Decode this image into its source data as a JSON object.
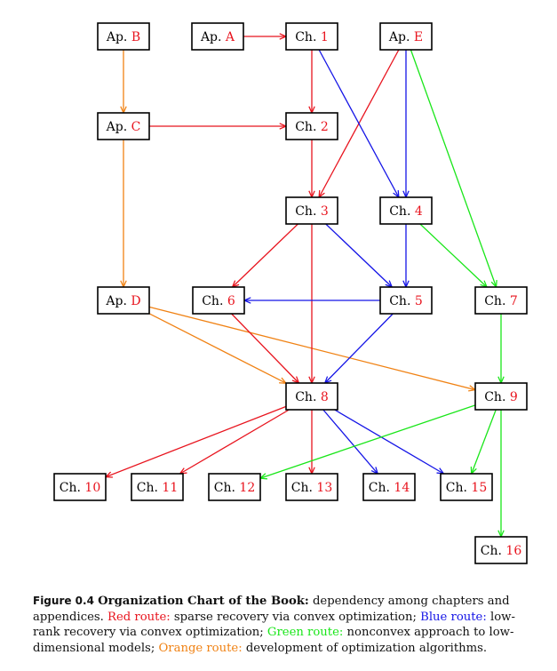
{
  "colors": {
    "red": "#e8141e",
    "blue": "#1414e6",
    "green": "#19e619",
    "orange": "#f08214",
    "text": "#000000"
  },
  "nodes": [
    {
      "id": "apB",
      "prefix": "Ap.",
      "label": "B"
    },
    {
      "id": "apA",
      "prefix": "Ap.",
      "label": "A"
    },
    {
      "id": "ch1",
      "prefix": "Ch.",
      "label": "1"
    },
    {
      "id": "apE",
      "prefix": "Ap.",
      "label": "E"
    },
    {
      "id": "apC",
      "prefix": "Ap.",
      "label": "C"
    },
    {
      "id": "ch2",
      "prefix": "Ch.",
      "label": "2"
    },
    {
      "id": "ch3",
      "prefix": "Ch.",
      "label": "3"
    },
    {
      "id": "ch4",
      "prefix": "Ch.",
      "label": "4"
    },
    {
      "id": "apD",
      "prefix": "Ap.",
      "label": "D"
    },
    {
      "id": "ch6",
      "prefix": "Ch.",
      "label": "6"
    },
    {
      "id": "ch5",
      "prefix": "Ch.",
      "label": "5"
    },
    {
      "id": "ch7",
      "prefix": "Ch.",
      "label": "7"
    },
    {
      "id": "ch8",
      "prefix": "Ch.",
      "label": "8"
    },
    {
      "id": "ch9",
      "prefix": "Ch.",
      "label": "9"
    },
    {
      "id": "ch10",
      "prefix": "Ch.",
      "label": "10"
    },
    {
      "id": "ch11",
      "prefix": "Ch.",
      "label": "11"
    },
    {
      "id": "ch12",
      "prefix": "Ch.",
      "label": "12"
    },
    {
      "id": "ch13",
      "prefix": "Ch.",
      "label": "13"
    },
    {
      "id": "ch14",
      "prefix": "Ch.",
      "label": "14"
    },
    {
      "id": "ch15",
      "prefix": "Ch.",
      "label": "15"
    },
    {
      "id": "ch16",
      "prefix": "Ch.",
      "label": "16"
    }
  ],
  "edges": [
    {
      "from": "apB",
      "to": "apC",
      "route": "orange"
    },
    {
      "from": "apC",
      "to": "apD",
      "route": "orange"
    },
    {
      "from": "apD",
      "to": "ch8",
      "route": "orange"
    },
    {
      "from": "apD",
      "to": "ch9",
      "route": "orange"
    },
    {
      "from": "apA",
      "to": "ch1",
      "route": "red"
    },
    {
      "from": "ch1",
      "to": "ch2",
      "route": "red"
    },
    {
      "from": "apC",
      "to": "ch2",
      "route": "red"
    },
    {
      "from": "ch2",
      "to": "ch3",
      "route": "red"
    },
    {
      "from": "apE",
      "to": "ch3",
      "route": "red"
    },
    {
      "from": "ch3",
      "to": "ch6",
      "route": "red"
    },
    {
      "from": "ch3",
      "to": "ch8",
      "route": "red"
    },
    {
      "from": "ch6",
      "to": "ch8",
      "route": "red"
    },
    {
      "from": "ch8",
      "to": "ch10",
      "route": "red"
    },
    {
      "from": "ch8",
      "to": "ch11",
      "route": "red"
    },
    {
      "from": "ch8",
      "to": "ch13",
      "route": "red"
    },
    {
      "from": "ch1",
      "to": "ch4",
      "route": "blue"
    },
    {
      "from": "apE",
      "to": "ch4",
      "route": "blue"
    },
    {
      "from": "ch3",
      "to": "ch5",
      "route": "blue"
    },
    {
      "from": "ch4",
      "to": "ch5",
      "route": "blue"
    },
    {
      "from": "ch5",
      "to": "ch6",
      "route": "blue"
    },
    {
      "from": "ch5",
      "to": "ch8",
      "route": "blue"
    },
    {
      "from": "ch8",
      "to": "ch14",
      "route": "blue"
    },
    {
      "from": "ch8",
      "to": "ch15",
      "route": "blue"
    },
    {
      "from": "apE",
      "to": "ch7",
      "route": "green"
    },
    {
      "from": "ch4",
      "to": "ch7",
      "route": "green"
    },
    {
      "from": "ch7",
      "to": "ch9",
      "route": "green"
    },
    {
      "from": "ch9",
      "to": "ch12",
      "route": "green"
    },
    {
      "from": "ch9",
      "to": "ch15",
      "route": "green"
    },
    {
      "from": "ch9",
      "to": "ch16",
      "route": "green"
    }
  ],
  "caption": {
    "figure_label": "Figure 0.4",
    "title": "Organization Chart of the Book:",
    "intro": " dependency among chapters and appendices. ",
    "red_label": "Red route:",
    "red_text": " sparse recovery via convex optimization; ",
    "blue_label": "Blue route:",
    "blue_text": " low-rank recovery via convex optimization; ",
    "green_label": "Green route:",
    "green_text": " nonconvex approach to low-dimensional models; ",
    "orange_label": "Orange route:",
    "orange_text": " development of optimization algorithms."
  }
}
